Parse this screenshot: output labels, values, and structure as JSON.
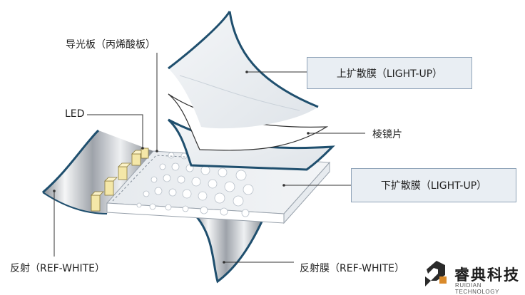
{
  "labels": {
    "light_guide": "导光板（丙烯酸板）",
    "led": "LED",
    "upper_diffuser": "上扩散膜（LIGHT-UP）",
    "prism": "棱镜片",
    "lower_diffuser": "下扩散膜（LIGHT-UP）",
    "reflector": "反射（REF-WHITE）",
    "reflective_film": "反射膜（REF-WHITE）"
  },
  "brand": {
    "name_cn": "睿典科技",
    "name_en": "RUIDIAN TECHNOLOGY"
  },
  "colors": {
    "edge_navy": "#1f4f6e",
    "leader": "#333333",
    "label_box_fill": "#e9eef3",
    "label_box_border": "#8fa3b8",
    "led_yellow": "#f4e7a8",
    "brand_logo": "#2a2a2a"
  }
}
